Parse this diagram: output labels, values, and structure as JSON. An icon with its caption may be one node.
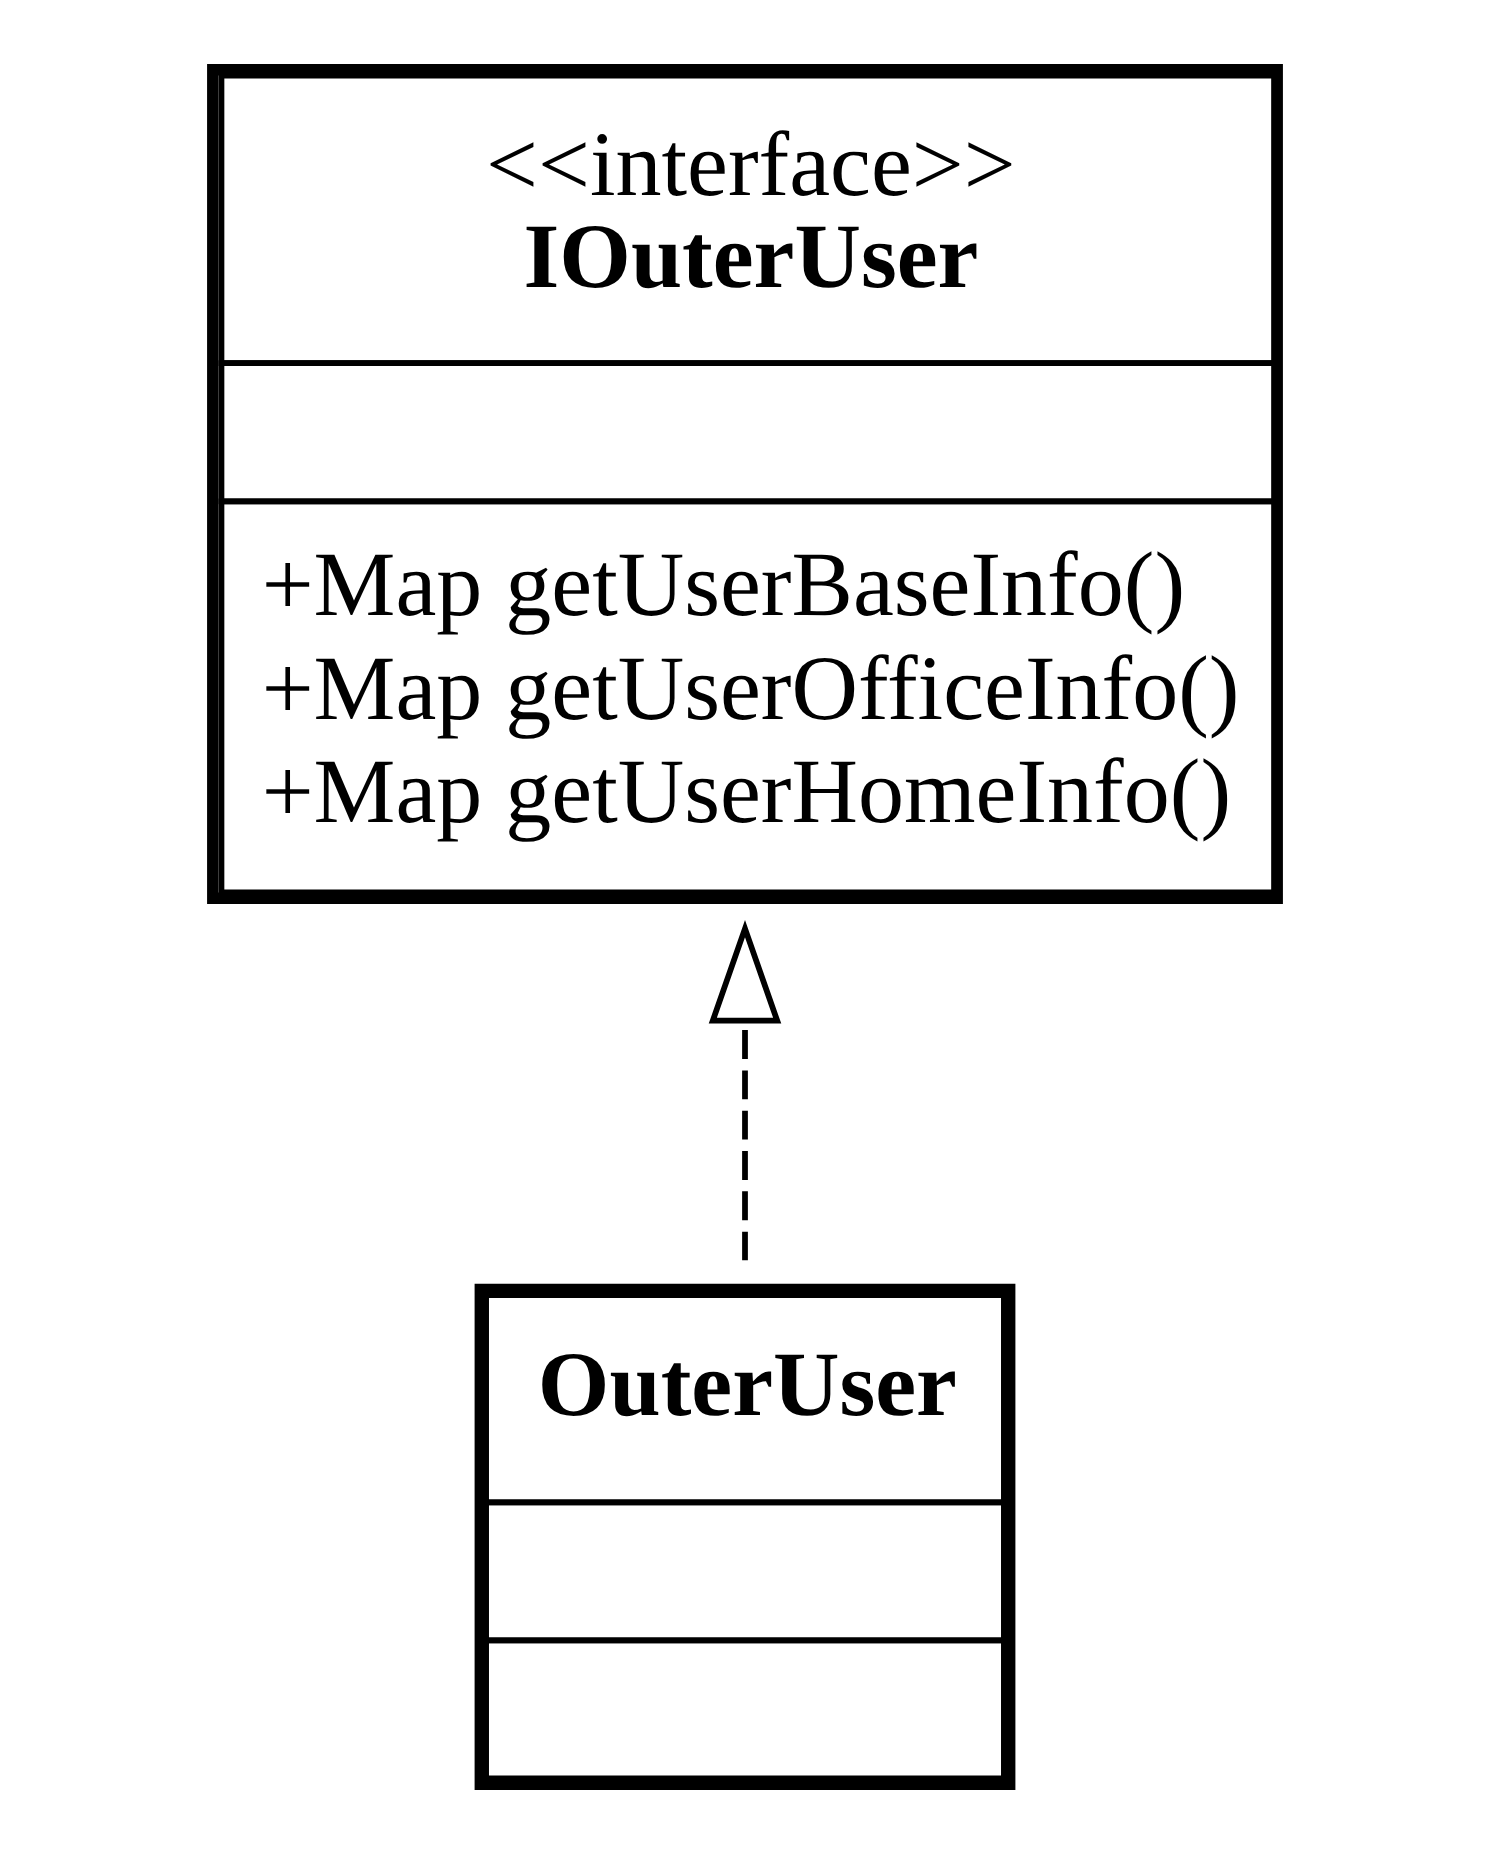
{
  "diagram": {
    "nodes": [
      {
        "text": [
          "<<interface>>",
          "IOuterUser",
          "+Map getUserBaseInfo()",
          "+Map getUserOfficeInfo()",
          "+Map getUserHomeInfo()"
        ]
      },
      {
        "text": [
          "OuterUser"
        ]
      }
    ],
    "edges": [
      {
        "from": 1,
        "to": 0,
        "arrow": "to",
        "style": "dashed"
      }
    ]
  }
}
